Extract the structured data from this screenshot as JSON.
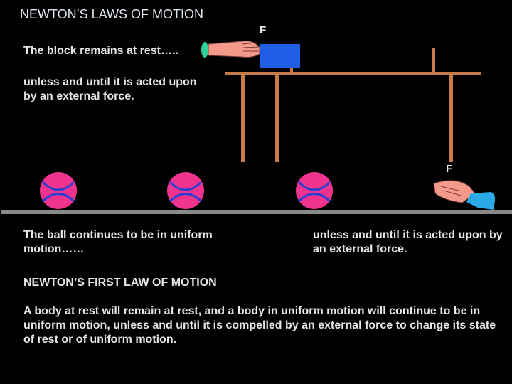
{
  "title": "NEWTON’S LAWS OF MOTION",
  "rest_text": "The block remains at rest…..",
  "force_text_1": "unless and until it is acted upon by an external force.",
  "ball_text": "The ball continues to be in uniform motion……",
  "force_text_2": "unless and until it is acted upon by an external force.",
  "law_title": "NEWTON’S FIRST LAW OF MOTION",
  "law_body": "A body at rest will remain at rest, and a body in uniform motion will continue to be in uniform motion, unless and until it is compelled by an external force to change its state of rest or of uniform motion.",
  "force_label_1": "F",
  "force_label_2": "F",
  "colors": {
    "background": "#000000",
    "block": "#1f5fe6",
    "table": "#c87a4a",
    "ball": "#f0338f",
    "ball_seam": "#2a3fd0",
    "floor": "#8a8a8a",
    "hand": "#f49a8a",
    "sleeve": "#29a9e6"
  },
  "icons": [
    "hand-pushing-icon",
    "hand-pushing-ball-icon"
  ]
}
